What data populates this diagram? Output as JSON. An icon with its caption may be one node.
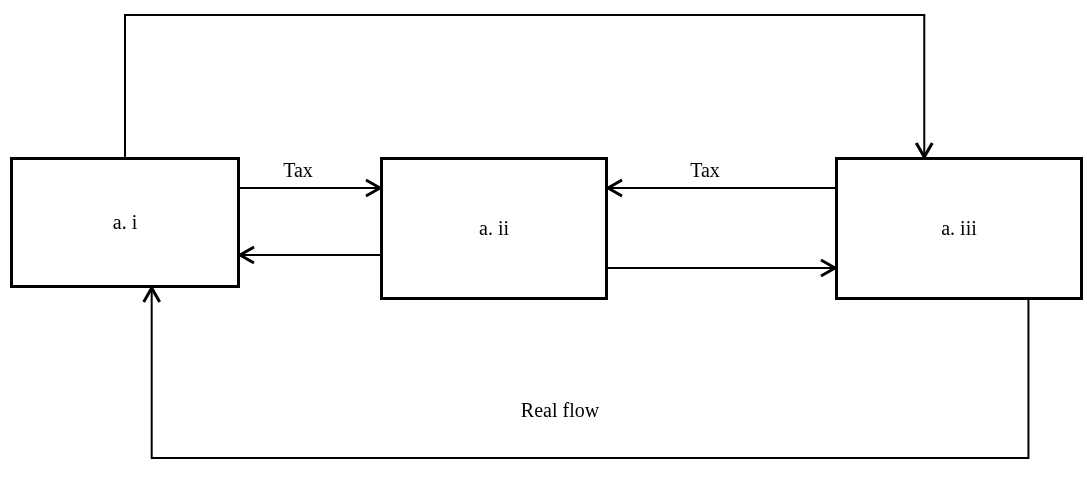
{
  "diagram": {
    "nodes": [
      {
        "text": [
          "a. i"
        ]
      },
      {
        "text": [
          "a. ii"
        ]
      },
      {
        "text": [
          "a. iii"
        ]
      }
    ],
    "edges": [
      {
        "from": 0,
        "to": 2,
        "arrow": "to"
      },
      {
        "from": 0,
        "to": 1,
        "arrow": "to",
        "label": "Tax"
      },
      {
        "from": 1,
        "to": 0,
        "arrow": "to"
      },
      {
        "from": 2,
        "to": 1,
        "arrow": "to",
        "label": "Tax"
      },
      {
        "from": 1,
        "to": 2,
        "arrow": "to"
      },
      {
        "from": 2,
        "to": 0,
        "arrow": "to",
        "label": "Real flow"
      }
    ]
  }
}
